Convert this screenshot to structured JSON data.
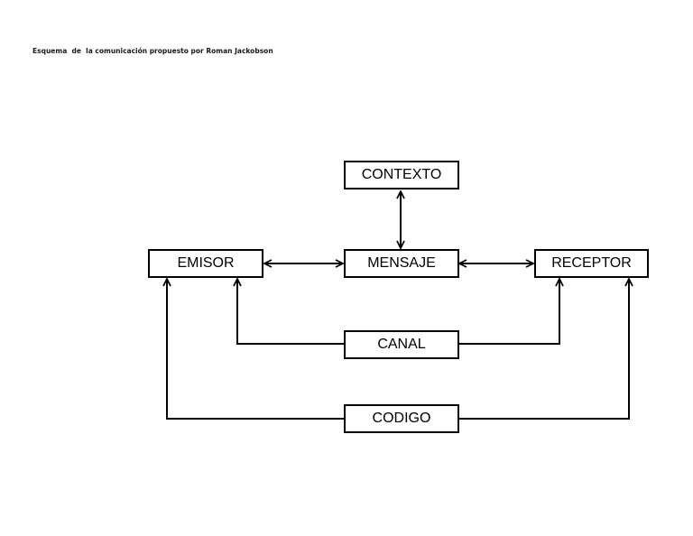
{
  "title": "Esquema  de  la comunicación propuesto por Roman Jackobson",
  "nodes": {
    "contexto": "CONTEXTO",
    "emisor": "EMISOR",
    "mensaje": "MENSAJE",
    "receptor": "RECEPTOR",
    "canal": "CANAL",
    "codigo": "CODIGO"
  },
  "edges": [
    {
      "from": "mensaje",
      "to": "contexto",
      "style": "double-arrow"
    },
    {
      "from": "emisor",
      "to": "mensaje",
      "style": "double-arrow"
    },
    {
      "from": "mensaje",
      "to": "receptor",
      "style": "double-arrow"
    },
    {
      "from": "canal",
      "to": "emisor",
      "style": "arrow"
    },
    {
      "from": "canal",
      "to": "receptor",
      "style": "arrow"
    },
    {
      "from": "codigo",
      "to": "emisor",
      "style": "arrow"
    },
    {
      "from": "codigo",
      "to": "receptor",
      "style": "arrow"
    }
  ],
  "colors": {
    "line": "#000000",
    "background": "#ffffff"
  }
}
